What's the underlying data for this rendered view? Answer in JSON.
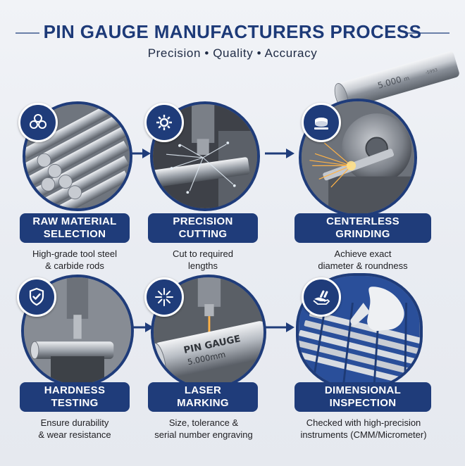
{
  "header": {
    "title": "PIN GAUGE MANUFACTURERS PROCESS",
    "subtitle": "Precision • Quality • Accuracy"
  },
  "hero_pin": {
    "engraving": "5.000",
    "unit": "m",
    "side_mark": "-5993"
  },
  "steps": [
    {
      "title_line1": "RAW MATERIAL",
      "title_line2": "SELECTION",
      "desc_line1": "High-grade tool steel",
      "desc_line2": "& carbide rods",
      "icon": "rods-icon"
    },
    {
      "title_line1": "PRECISION",
      "title_line2": "CUTTING",
      "desc_line1": "Cut to required",
      "desc_line2": "lengths",
      "icon": "gear-icon"
    },
    {
      "title_line1": "CENTERLESS",
      "title_line2": "GRINDING",
      "desc_line1": "Achieve exact",
      "desc_line2": "diameter & roundness",
      "icon": "grinding-wheel-icon"
    },
    {
      "title_line1": "HARDNESS",
      "title_line2": "TESTING",
      "desc_line1": "Ensure durability",
      "desc_line2": "& wear resistance",
      "icon": "shield-check-icon"
    },
    {
      "title_line1": "LASER",
      "title_line2": "MARKING",
      "desc_line1": "Size, tolerance &",
      "desc_line2": "serial number engraving",
      "icon": "laser-burst-icon"
    },
    {
      "title_line1": "DIMENSIONAL",
      "title_line2": "INSPECTION",
      "desc_line1": "Checked with high-precision",
      "desc_line2": "instruments (CMM/Micrometer)",
      "icon": "hand-inspect-icon"
    }
  ],
  "laser_photo": {
    "engraving_line1": "PIN GAUGE",
    "engraving_line2": "5.000mm"
  },
  "colors": {
    "navy": "#1f3c7a",
    "background": "#eceff4",
    "spark": "#ffb347"
  }
}
